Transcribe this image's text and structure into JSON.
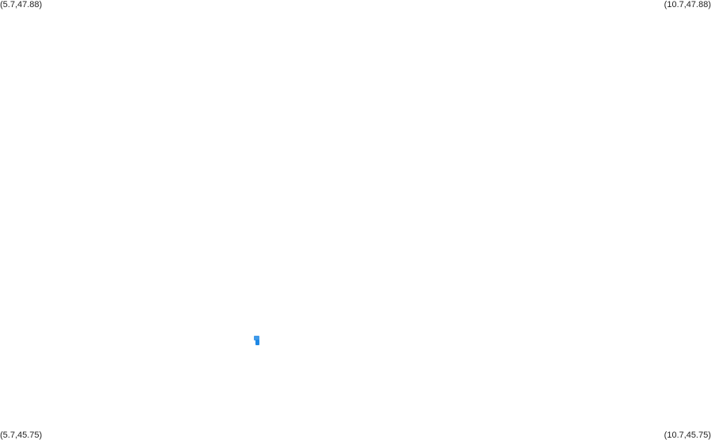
{
  "map": {
    "background_color": "#ffffff",
    "marker_color": "#1e88e5",
    "extent": {
      "lon_min": 5.7,
      "lon_max": 10.7,
      "lat_min": 45.75,
      "lat_max": 47.88
    },
    "corners": {
      "top_left": "(5.7,47.88)",
      "top_right": "(10.7,47.88)",
      "bottom_left": "(5.7,45.75)",
      "bottom_right": "(10.7,45.75)"
    },
    "markers": [
      {
        "lon": 7.5,
        "lat": 46.22,
        "icon": "point-marker-icon"
      }
    ]
  }
}
